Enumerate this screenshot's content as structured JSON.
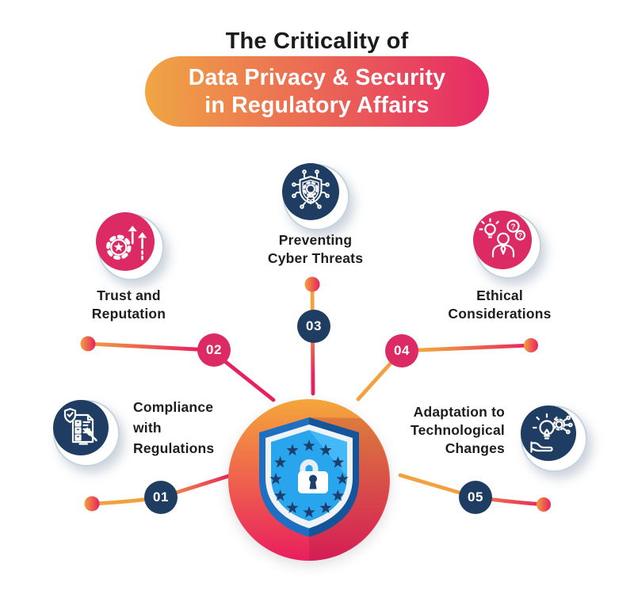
{
  "header": {
    "title": "The Criticality of",
    "banner_line1": "Data Privacy & Security",
    "banner_line2": "in Regulatory Affairs"
  },
  "center": {
    "icon": "shield-lock-stars-emblem"
  },
  "items": [
    {
      "number": "01",
      "label": "Compliance with Regulations",
      "label_lines": [
        "Compliance",
        "with",
        "Regulations"
      ],
      "icon": "compliance-checklist-gavel-icon",
      "circle_color": "navy",
      "badge_color": "navy"
    },
    {
      "number": "02",
      "label": "Trust and Reputation",
      "label_lines": [
        "Trust and",
        "Reputation"
      ],
      "icon": "gear-star-growth-arrows-icon",
      "circle_color": "pink",
      "badge_color": "pink"
    },
    {
      "number": "03",
      "label": "Preventing Cyber Threats",
      "label_lines": [
        "Preventing",
        "Cyber Threats"
      ],
      "icon": "cyber-shield-gear-icon",
      "circle_color": "navy",
      "badge_color": "navy"
    },
    {
      "number": "04",
      "label": "Ethical Considerations",
      "label_lines": [
        "Ethical",
        "Considerations"
      ],
      "icon": "person-lightbulb-questions-icon",
      "circle_color": "pink",
      "badge_color": "pink"
    },
    {
      "number": "05",
      "label": "Adaptation to Technological Changes",
      "label_lines": [
        "Adaptation to",
        "Technological",
        "Changes"
      ],
      "icon": "hand-lightbulb-gear-icon",
      "circle_color": "navy",
      "badge_color": "navy"
    }
  ],
  "glyphs": {
    "question_mark": "?"
  },
  "colors": {
    "title-text": "#1B1B1B",
    "navy": "#1F3D63",
    "pink": "#DC2A64",
    "orange": "#F2A13F",
    "crimson": "#E8215E",
    "banner-gradient-start": "#F0A544",
    "banner-gradient-end": "#E62A66",
    "center-gradient-top": "#F4A63B",
    "center-gradient-bottom": "#E91E5F",
    "shield-border-blue": "#1E6FC2",
    "shield-border-dark": "#14549A",
    "shield-rim": "#EFF3F6",
    "shield-blue": "#29A5EE",
    "shield-blue-light": "#45B8F7",
    "star-navy": "#1C3F6E",
    "backing-ring": "#C6D4E0"
  }
}
